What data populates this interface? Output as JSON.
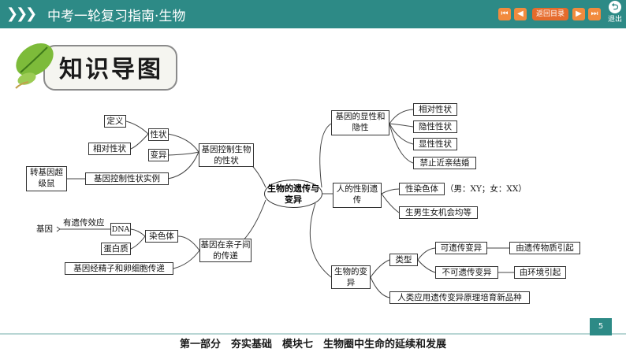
{
  "header": {
    "chevrons": "❯❯❯",
    "title": "中考一轮复习指南·生物",
    "nav": {
      "first": "⏮",
      "prev": "◀",
      "back_to_contents": "返回目录",
      "next": "▶",
      "last": "⏭",
      "exit_label": "退出"
    }
  },
  "section_heading": "知识导图",
  "mindmap": {
    "center": "生物的遗传与变异",
    "left": {
      "trait_control": "基因控制生物的性状",
      "trait": "性状",
      "definition": "定义",
      "relative_trait": "相对性状",
      "variation": "变异",
      "example": "基因控制性状实例",
      "transgenic_mouse": "转基因超级鼠",
      "transmission": "基因在亲子间的传递",
      "chromosome": "染色体",
      "dna": "DNA",
      "protein": "蛋白质",
      "gene": "基因",
      "genetic_effect": "有遗传效应",
      "germ_cells": "基因经精子和卵细胞传递"
    },
    "right": {
      "dominant_recessive": "基因的显性和隐性",
      "relative_trait": "相对性状",
      "recessive_trait": "隐性性状",
      "dominant_trait": "显性性状",
      "no_consanguineous": "禁止近亲结婚",
      "sex_inheritance": "人的性别遗传",
      "sex_chromosome": "性染色体",
      "sex_chromosome_note": "（男：XY；女：XX）",
      "equal_chance": "生男生女机会均等",
      "biological_variation": "生物的变异",
      "types": "类型",
      "heritable": "可遗传变异",
      "heritable_cause": "由遗传物质引起",
      "non_heritable": "不可遗传变异",
      "non_heritable_cause": "由环境引起",
      "breeding": "人类应用遗传变异原理培育新品种"
    }
  },
  "footer": {
    "text": "第一部分　夯实基础　模块七　生物圈中生命的延续和发展",
    "page": "5"
  },
  "colors": {
    "bar": "#2d8a86",
    "nav_button": "#f28b3e"
  }
}
